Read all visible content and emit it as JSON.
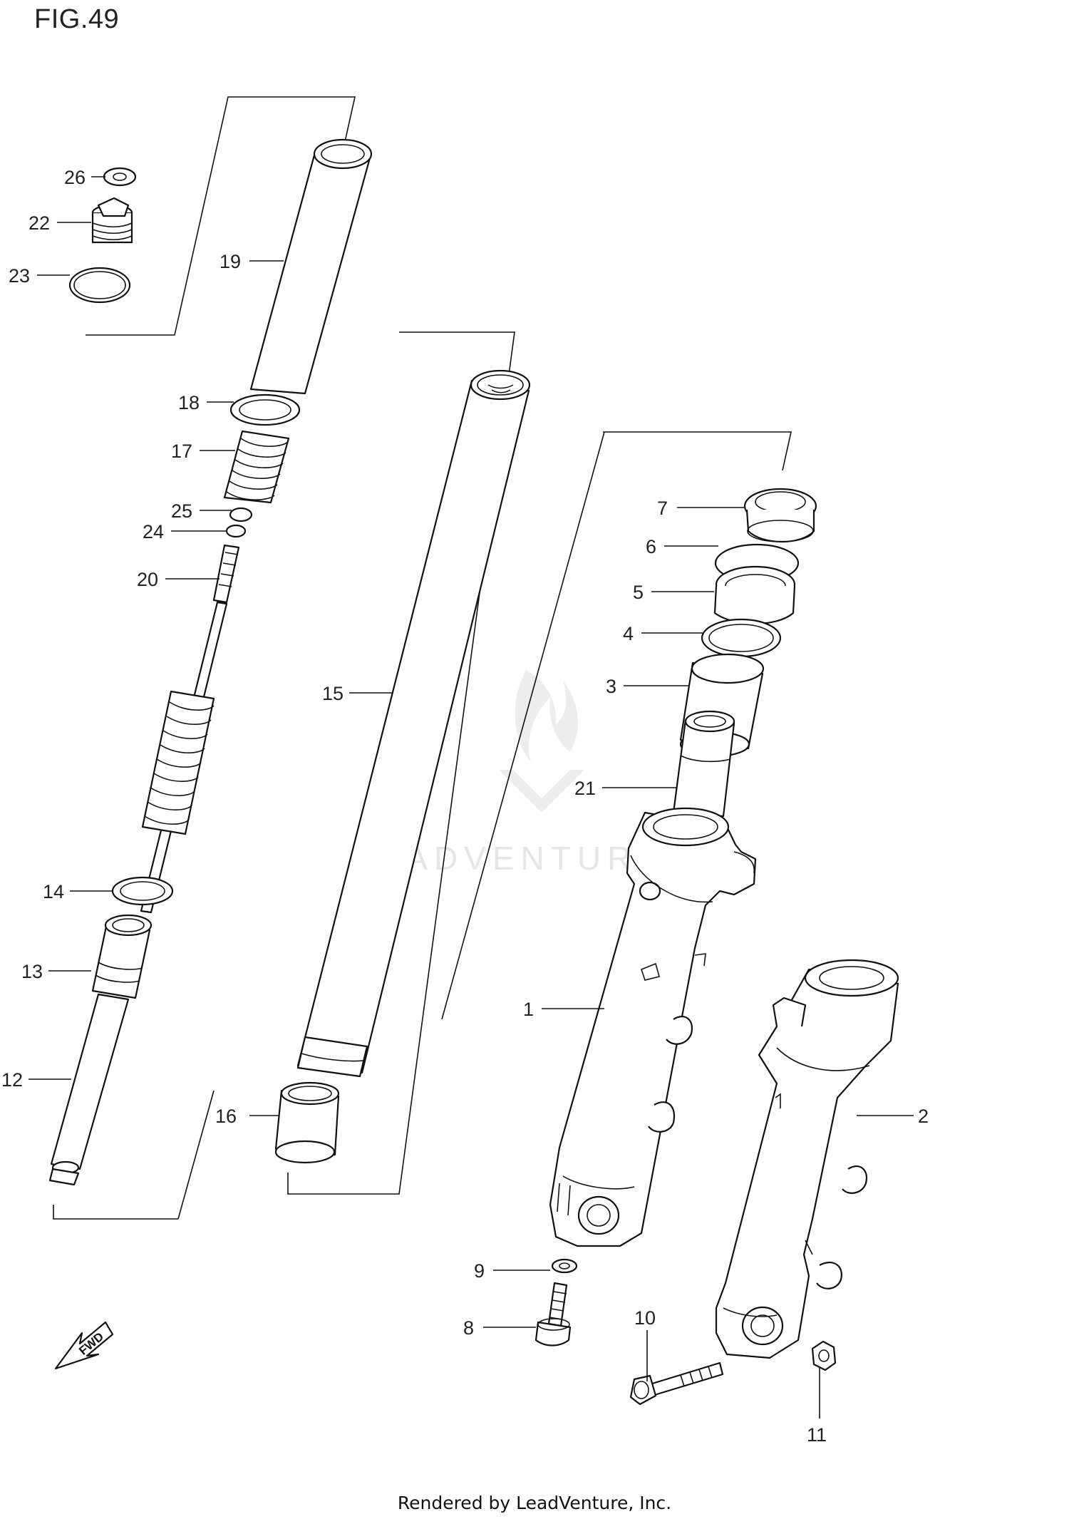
{
  "figure": {
    "title": "FIG.49"
  },
  "watermark": {
    "text": "LEADVENTURE"
  },
  "footer": {
    "text": "Rendered by LeadVenture, Inc."
  },
  "arrow": {
    "label": "FWD"
  },
  "callouts": [
    {
      "num": "1",
      "part": "outer-tube-right"
    },
    {
      "num": "2",
      "part": "outer-tube-left"
    },
    {
      "num": "3",
      "part": "bushing"
    },
    {
      "num": "4",
      "part": "retainer"
    },
    {
      "num": "5",
      "part": "oil-seal"
    },
    {
      "num": "6",
      "part": "stopper-ring"
    },
    {
      "num": "7",
      "part": "dust-seal"
    },
    {
      "num": "8",
      "part": "bolt"
    },
    {
      "num": "9",
      "part": "gasket"
    },
    {
      "num": "10",
      "part": "axle-pinch-bolt"
    },
    {
      "num": "11",
      "part": "nut"
    },
    {
      "num": "12",
      "part": "cylinder"
    },
    {
      "num": "13",
      "part": "cylinder-lock"
    },
    {
      "num": "14",
      "part": "ring"
    },
    {
      "num": "15",
      "part": "inner-tube"
    },
    {
      "num": "16",
      "part": "inner-tube-bushing"
    },
    {
      "num": "17",
      "part": "spring"
    },
    {
      "num": "18",
      "part": "spring-guide"
    },
    {
      "num": "19",
      "part": "spacer"
    },
    {
      "num": "20",
      "part": "damper-rod"
    },
    {
      "num": "21",
      "part": "oil-lock-piece"
    },
    {
      "num": "22",
      "part": "cap-bolt"
    },
    {
      "num": "23",
      "part": "o-ring"
    },
    {
      "num": "24",
      "part": "washer"
    },
    {
      "num": "25",
      "part": "ring"
    },
    {
      "num": "26",
      "part": "washer"
    }
  ]
}
